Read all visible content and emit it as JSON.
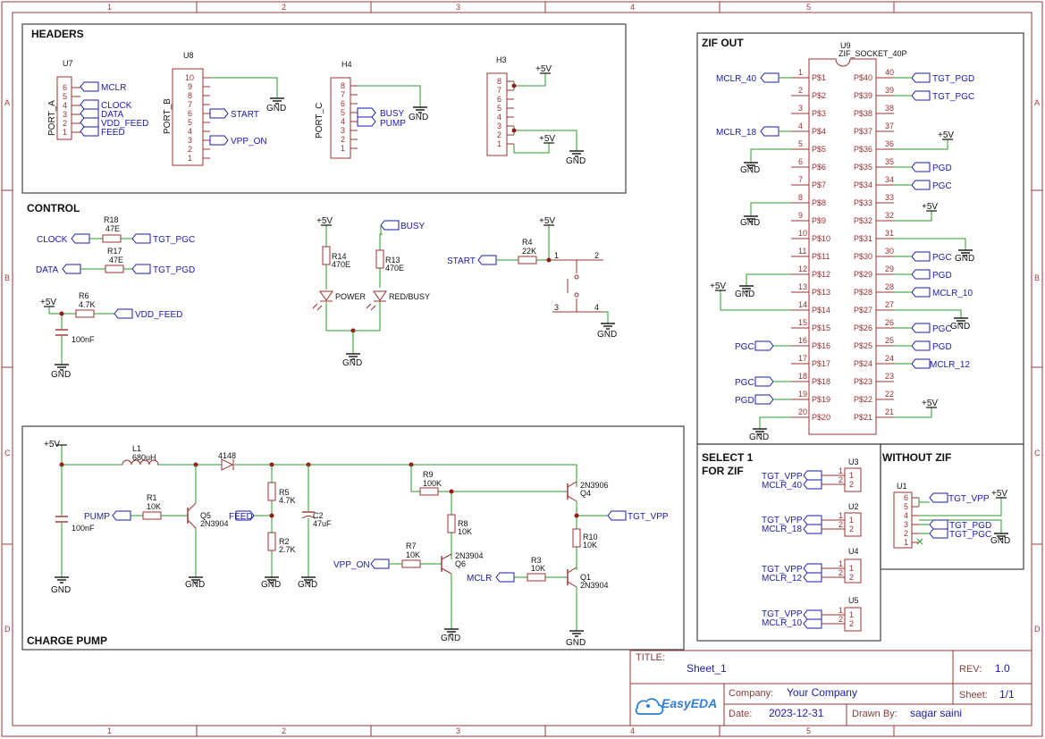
{
  "sections": {
    "headers": "HEADERS",
    "control": "CONTROL",
    "charge_pump": "CHARGE PUMP",
    "zif_out": "ZIF OUT",
    "select1_line1": "SELECT 1",
    "select1_line2": "FOR ZIF",
    "without_zif": "WITHOUT ZIF"
  },
  "zones": {
    "cols": [
      "1",
      "2",
      "3",
      "4",
      "5"
    ],
    "rows": [
      "A",
      "B",
      "C",
      "D"
    ]
  },
  "headers": {
    "u7": {
      "ref": "U7",
      "name": "PORT_A",
      "nets": [
        "MCLR",
        "CLOCK",
        "DATA",
        "VDD_FEED",
        "FEED"
      ],
      "pins": [
        "6",
        "5",
        "4",
        "3",
        "2",
        "1"
      ]
    },
    "u8": {
      "ref": "U8",
      "name": "PORT_B",
      "nets": [
        "START",
        "VPP_ON"
      ],
      "pins": [
        "10",
        "9",
        "8",
        "7",
        "6",
        "5",
        "4",
        "3",
        "2",
        "1"
      ]
    },
    "h4": {
      "ref": "H4",
      "name": "PORT_C",
      "nets": [
        "BUSY",
        "PUMP"
      ],
      "pins": [
        "8",
        "7",
        "6",
        "5",
        "4",
        "3",
        "2",
        "1"
      ]
    },
    "h3": {
      "ref": "H3",
      "pins": [
        "8",
        "7",
        "6",
        "5",
        "4",
        "3",
        "2",
        "1"
      ]
    }
  },
  "power": {
    "gnd": "GND",
    "vcc": "+5V"
  },
  "control": {
    "r18": {
      "ref": "R18",
      "val": "47E"
    },
    "r17": {
      "ref": "R17",
      "val": "47E"
    },
    "r6": {
      "ref": "R6",
      "val": "4.7K"
    },
    "cap": {
      "val": "100nF"
    },
    "r14": {
      "ref": "R14",
      "val": "470E"
    },
    "r13": {
      "ref": "R13",
      "val": "470E"
    },
    "led_power": "POWER",
    "led_busy": "RED/BUSY",
    "r4": {
      "ref": "R4",
      "val": "22K"
    },
    "nets": {
      "clock": "CLOCK",
      "data": "DATA",
      "tgt_pgc": "TGT_PGC",
      "tgt_pgd": "TGT_PGD",
      "vdd_feed": "VDD_FEED",
      "busy": "BUSY",
      "start": "START"
    },
    "sw_pins": [
      "1",
      "2",
      "3",
      "4"
    ]
  },
  "charge_pump": {
    "l1": {
      "ref": "L1",
      "val": "680uH"
    },
    "d": "4148",
    "c1": "100nF",
    "r1": {
      "ref": "R1",
      "val": "10K"
    },
    "q5": {
      "ref": "Q5",
      "val": "2N3904"
    },
    "r5": {
      "ref": "R5",
      "val": "4.7K"
    },
    "r2": {
      "ref": "R2",
      "val": "2.7K"
    },
    "c2": {
      "ref": "C2",
      "val": "47uF"
    },
    "r9": {
      "ref": "R9",
      "val": "100K"
    },
    "r8": {
      "ref": "R8",
      "val": "10K"
    },
    "r7": {
      "ref": "R7",
      "val": "10K"
    },
    "q6": {
      "ref": "Q6",
      "val": "2N3904"
    },
    "q4": {
      "ref": "Q4",
      "val": "2N3906"
    },
    "r10": {
      "ref": "R10",
      "val": "10K"
    },
    "r3": {
      "ref": "R3",
      "val": "10K"
    },
    "q1": {
      "ref": "Q1",
      "val": "2N3904"
    },
    "nets": {
      "pump": "PUMP",
      "feed": "FEED",
      "vpp_on": "VPP_ON",
      "mclr": "MCLR",
      "tgt_vpp": "TGT_VPP"
    }
  },
  "zif": {
    "ref": "U9",
    "name": "ZIF_SOCKET_40P",
    "left_nets": {
      "1": "MCLR_40",
      "4": "MCLR_18",
      "16": "PGC",
      "18": "PGC",
      "19": "PGD"
    },
    "right_nets": {
      "40": "TGT_PGD",
      "39": "TGT_PGC",
      "35": "PGD",
      "34": "PGC",
      "30": "PGC",
      "29": "PGD",
      "28": "MCLR_10",
      "26": "PGC",
      "25": "PGD",
      "24": "MCLR_12"
    }
  },
  "select": [
    {
      "ref": "U3",
      "a": "TGT_VPP",
      "b": "MCLR_40"
    },
    {
      "ref": "U2",
      "a": "TGT_VPP",
      "b": "MCLR_18"
    },
    {
      "ref": "U4",
      "a": "TGT_VPP",
      "b": "MCLR_12"
    },
    {
      "ref": "U5",
      "a": "TGT_VPP",
      "b": "MCLR_10"
    }
  ],
  "without": {
    "ref": "U1",
    "nets": [
      "TGT_VPP",
      "TGT_PGD",
      "TGT_PGC"
    ]
  },
  "title_block": {
    "title_label": "TITLE:",
    "title": "Sheet_1",
    "rev_label": "REV:",
    "rev": "1.0",
    "company_label": "Company:",
    "company": "Your Company",
    "sheet_label": "Sheet:",
    "sheet": "1/1",
    "date_label": "Date:",
    "date": "2023-12-31",
    "drawn_label": "Drawn By:",
    "drawn": "sagar saini",
    "logo": "EasyEDA"
  }
}
